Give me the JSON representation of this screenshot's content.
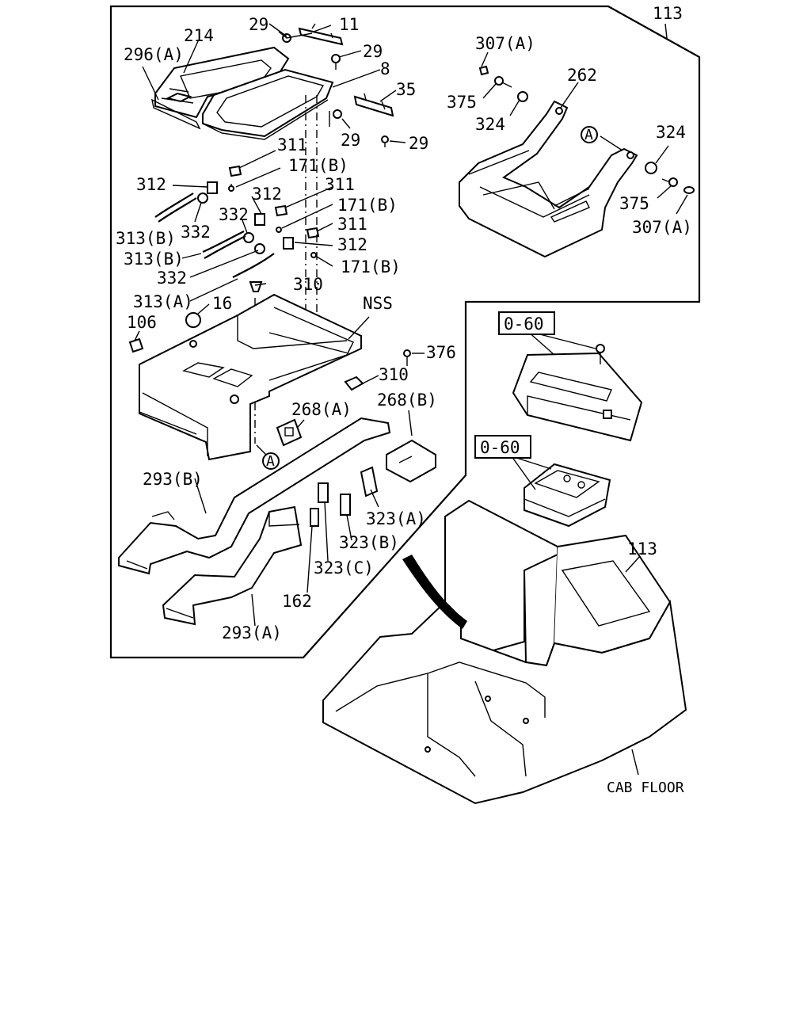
{
  "labels": {
    "p29a": "29",
    "p11": "11",
    "p214": "214",
    "p296a": "296(A)",
    "p29b": "29",
    "p8": "8",
    "p35": "35",
    "p29c": "29",
    "p29d": "29",
    "p311a": "311",
    "p171a": "171(B)",
    "p312a": "312",
    "p332a": "332",
    "p313b1": "313(B)",
    "p312b": "312",
    "p311b": "311",
    "p171b": "171(B)",
    "p332b": "332",
    "p311c": "311",
    "p313b2": "313(B)",
    "p312c": "312",
    "p171c": "171(B)",
    "p332c": "332",
    "p310a": "310",
    "p313a": "313(A)",
    "p16": "16",
    "p106": "106",
    "nss": "NSS",
    "p376": "376",
    "p310b": "310",
    "p268a": "268(A)",
    "p268b": "268(B)",
    "circleA1": "A",
    "p293b": "293(B)",
    "p323a": "323(A)",
    "p323b": "323(B)",
    "p323c": "323(C)",
    "p162": "162",
    "p293a": "293(A)",
    "p113a": "113",
    "p307a1": "307(A)",
    "p262": "262",
    "p375a": "375",
    "p324a": "324",
    "circleA2": "A",
    "p324b": "324",
    "p375b": "375",
    "p307a2": "307(A)",
    "box060a": "0-60",
    "box060b": "0-60",
    "p113b": "113",
    "cabfloor": "CAB FLOOR"
  }
}
